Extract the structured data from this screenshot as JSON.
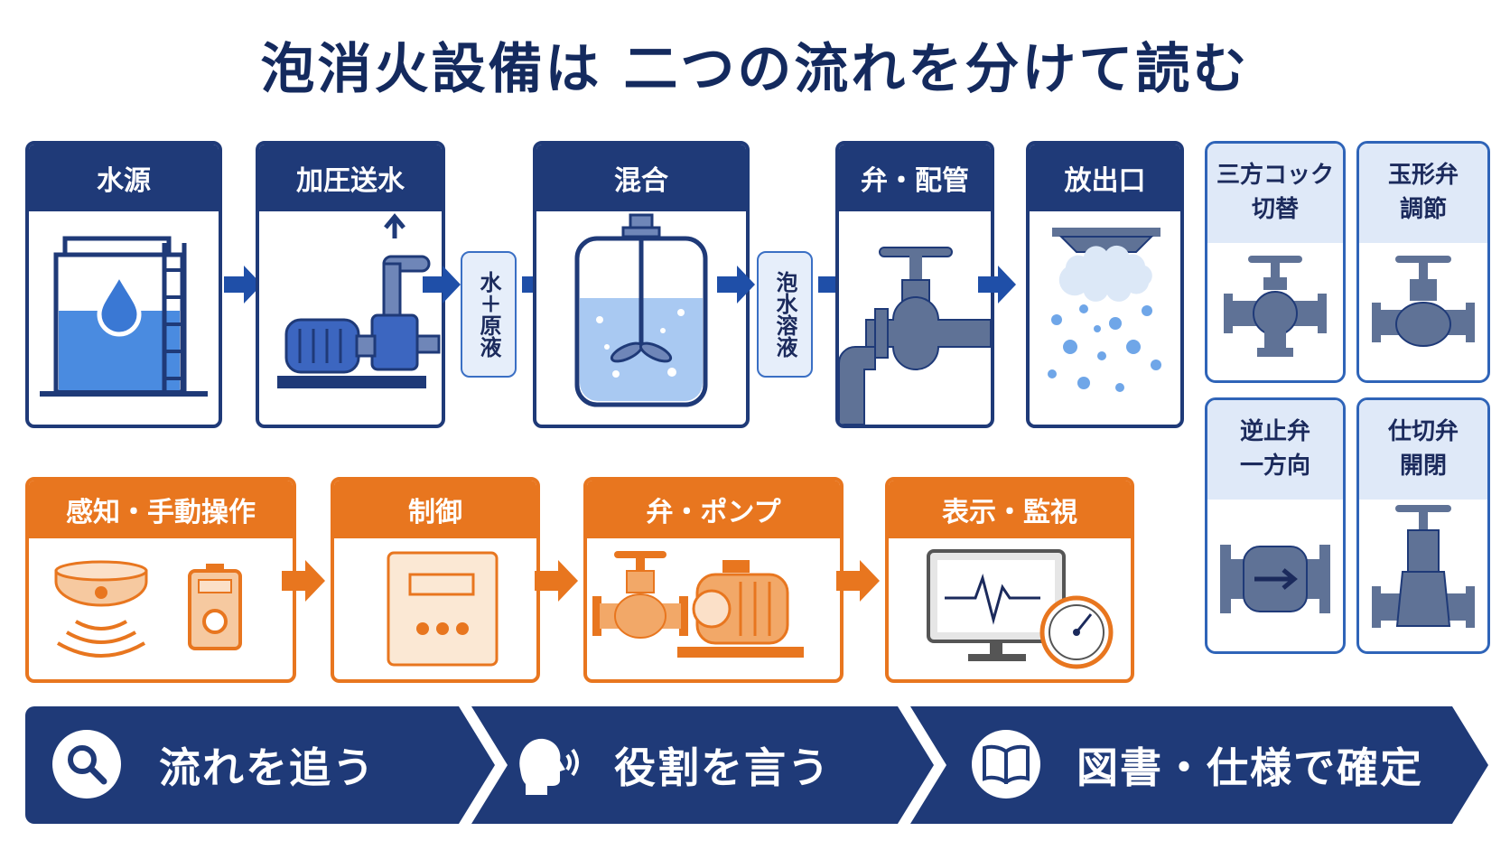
{
  "title": "泡消火設備は 二つの流れを分けて読む",
  "top_flow": {
    "steps": [
      {
        "label": "水源",
        "icon": "water-tank-icon"
      },
      {
        "label": "加圧送水",
        "icon": "pump-icon"
      },
      {
        "label": "混合",
        "icon": "mixing-tank-icon"
      },
      {
        "label": "弁・配管",
        "icon": "valve-pipe-icon"
      },
      {
        "label": "放出口",
        "icon": "foam-outlet-icon"
      }
    ],
    "connectors": [
      {
        "label": "水＋原液"
      },
      {
        "label": "泡水溶液"
      }
    ]
  },
  "bottom_flow": {
    "steps": [
      {
        "label": "感知・手動操作",
        "icon": "detector-manual-icon"
      },
      {
        "label": "制御",
        "icon": "control-panel-icon"
      },
      {
        "label": "弁・ポンプ",
        "icon": "valve-pump-icon"
      },
      {
        "label": "表示・監視",
        "icon": "monitor-gauge-icon"
      }
    ]
  },
  "valve_types": [
    {
      "line1": "三方コック",
      "line2": "切替",
      "icon": "three-way-cock-icon"
    },
    {
      "line1": "玉形弁",
      "line2": "調節",
      "icon": "globe-valve-icon"
    },
    {
      "line1": "逆止弁",
      "line2": "一方向",
      "icon": "check-valve-icon"
    },
    {
      "line1": "仕切弁",
      "line2": "開閉",
      "icon": "gate-valve-icon"
    }
  ],
  "steps_bar": [
    {
      "label": "流れを追う",
      "icon": "search-icon"
    },
    {
      "label": "役割を言う",
      "icon": "speaking-head-icon"
    },
    {
      "label": "図書・仕様で確定",
      "icon": "book-icon"
    }
  ],
  "colors": {
    "navy": "#1f3a78",
    "orange": "#e8761f",
    "light_blue": "#dfe9f8",
    "water": "#4a8be0",
    "steel": "#5f7296"
  }
}
